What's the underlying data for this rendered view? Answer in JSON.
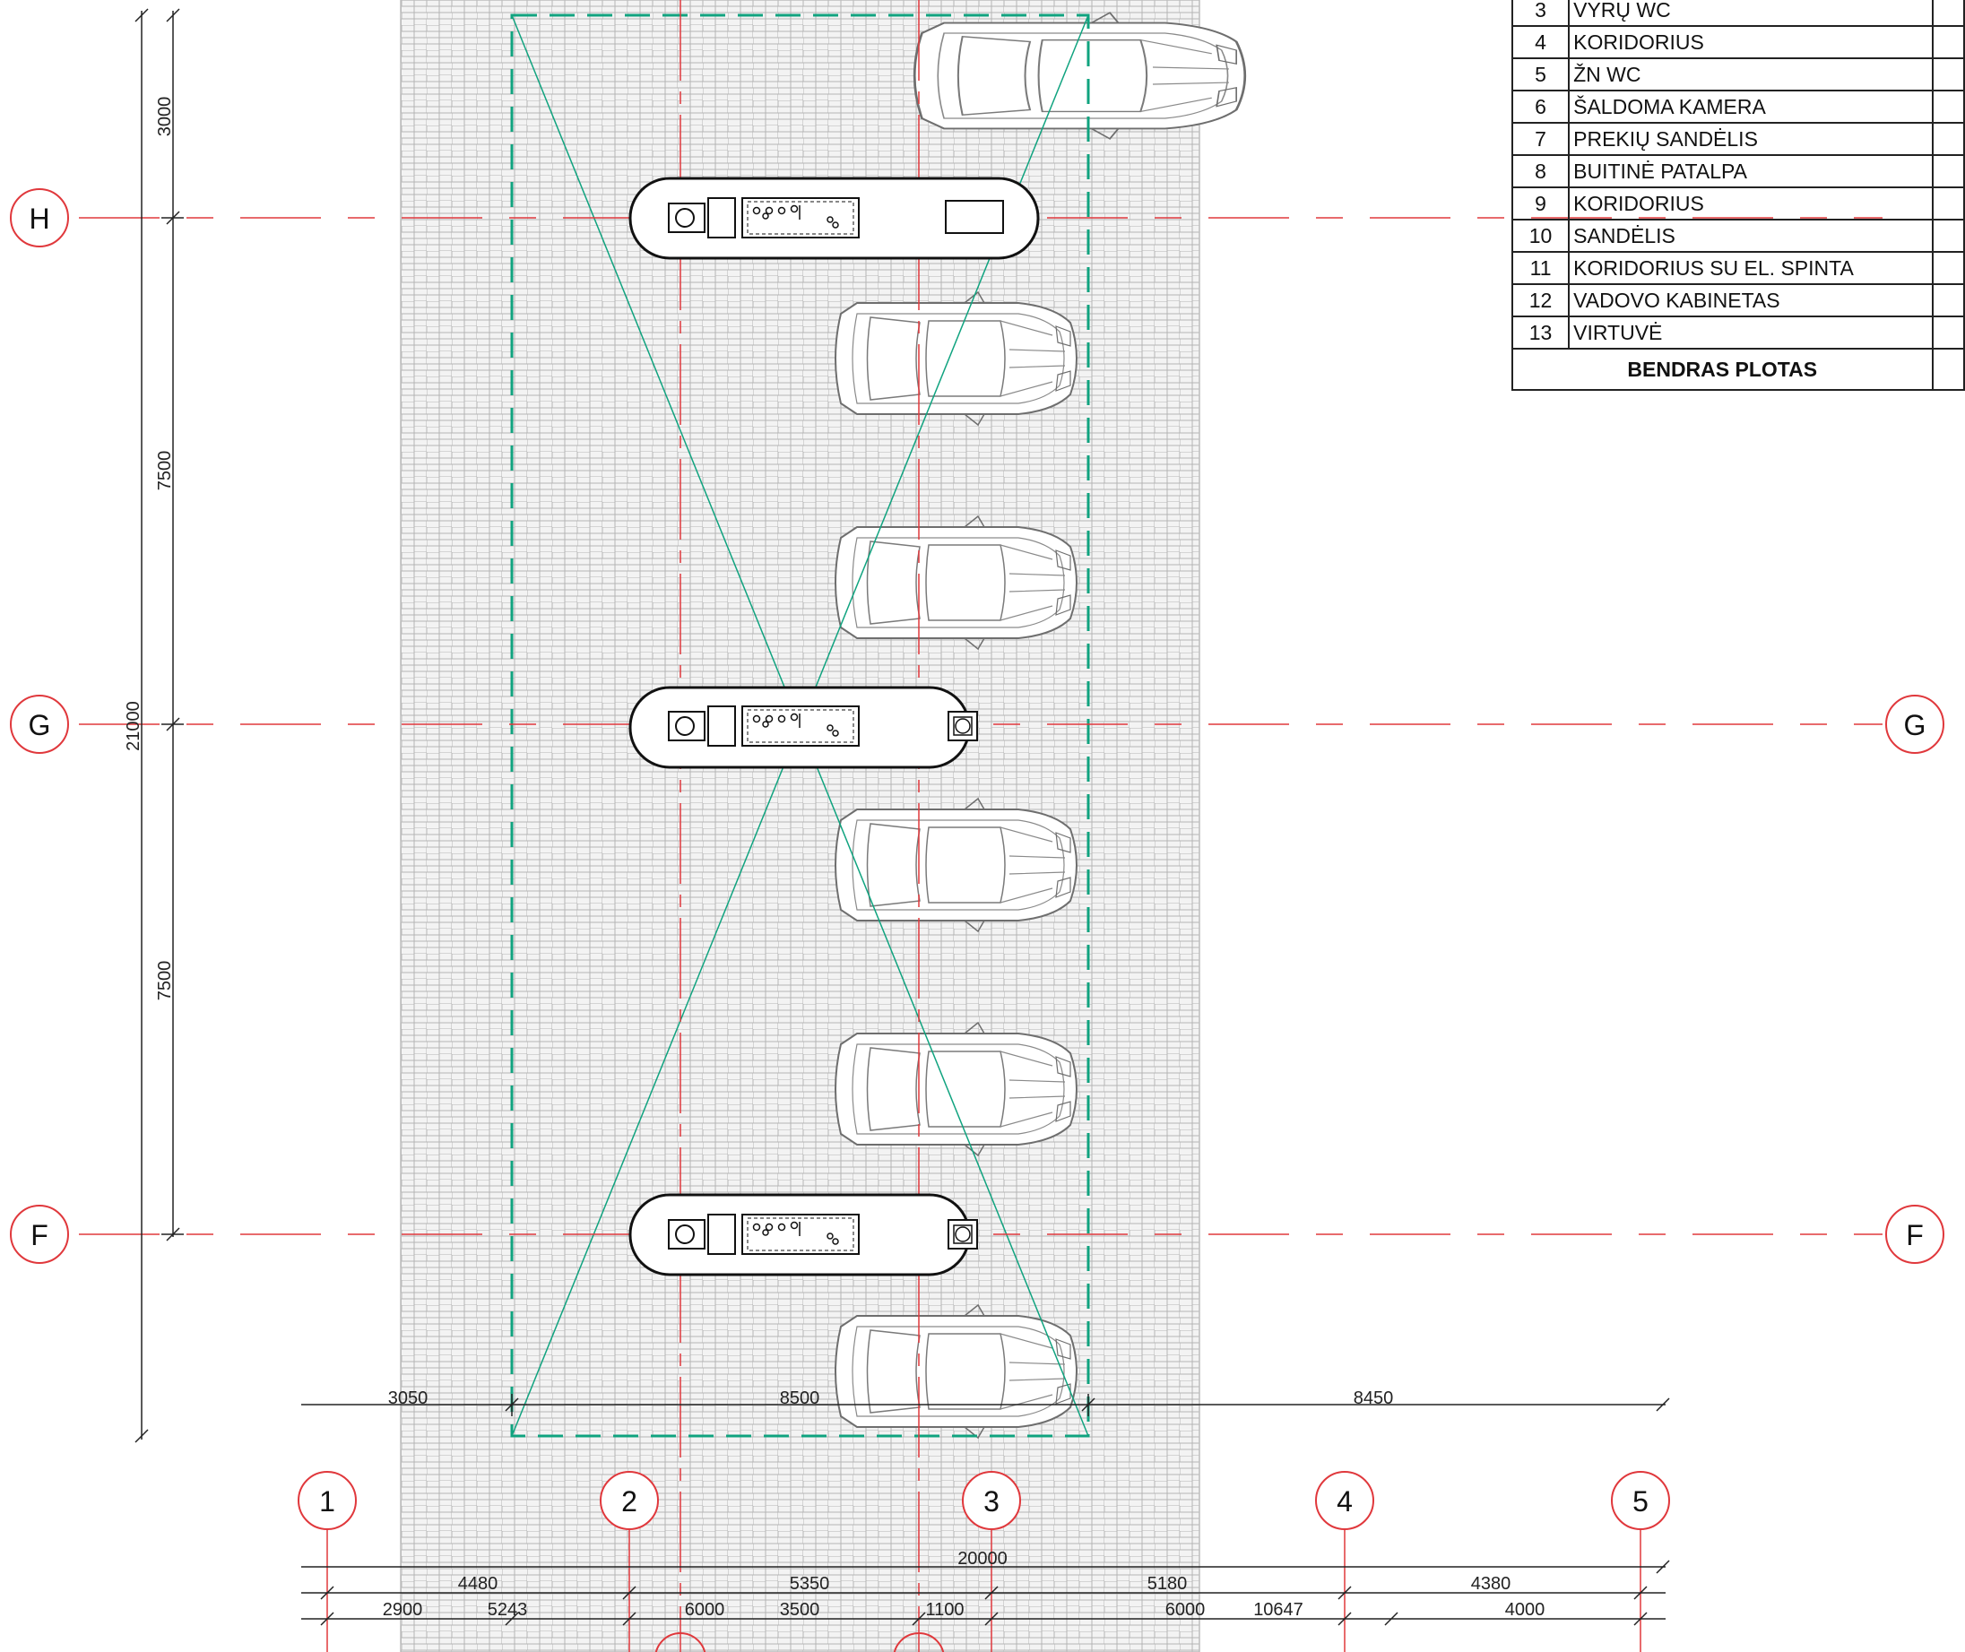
{
  "grid_axes": {
    "horizontal": [
      "H",
      "G",
      "F"
    ],
    "vertical": [
      "1",
      "2",
      "3",
      "4",
      "5"
    ]
  },
  "dimensions": {
    "left_vertical": {
      "segments": [
        "3000",
        "7500",
        "7500"
      ],
      "total": "21000"
    },
    "top_horizontal": [
      "3050",
      "8500",
      "8450"
    ],
    "bottom_total": "20000",
    "bottom_row1": [
      "4480",
      "5350",
      "5180",
      "4380"
    ],
    "bottom_row2": [
      "2900",
      "5243",
      "6000",
      "3500",
      "1100",
      "6000",
      "10647",
      "4000"
    ]
  },
  "room_table": {
    "rows": [
      {
        "num": "3",
        "name": "VYRŲ WC"
      },
      {
        "num": "4",
        "name": "KORIDORIUS"
      },
      {
        "num": "5",
        "name": "ŽN WC"
      },
      {
        "num": "6",
        "name": "ŠALDOMA KAMERA"
      },
      {
        "num": "7",
        "name": "PREKIŲ SANDĖLIS"
      },
      {
        "num": "8",
        "name": "BUITINĖ PATALPA"
      },
      {
        "num": "9",
        "name": "KORIDORIUS"
      },
      {
        "num": "10",
        "name": "SANDĖLIS"
      },
      {
        "num": "11",
        "name": "KORIDORIUS SU EL. SPINTA"
      },
      {
        "num": "12",
        "name": "VADOVO KABINETAS"
      },
      {
        "num": "13",
        "name": "VIRTUVĖ"
      }
    ],
    "total_label": "BENDRAS PLOTAS"
  },
  "colors": {
    "grid_line": "#e0383c",
    "zone_line": "#10a37f",
    "paving": "#b8b8b8",
    "car": "#6e6e6e"
  }
}
